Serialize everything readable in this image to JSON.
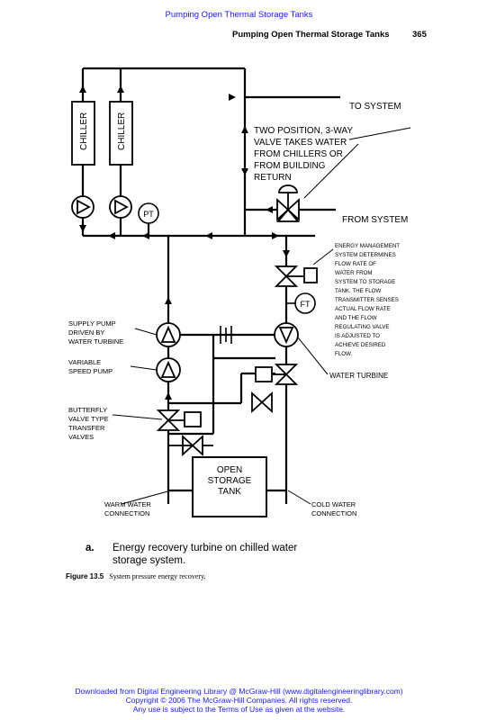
{
  "header": {
    "link_text": "Pumping Open Thermal Storage Tanks",
    "running_title": "Pumping Open Thermal Storage Tanks",
    "page_number": "365"
  },
  "diagram": {
    "chiller_label": "CHILLER",
    "pt_label": "PT",
    "ft_label": "FT",
    "to_system": "TO SYSTEM",
    "from_system": "FROM SYSTEM",
    "valve_note": [
      "TWO POSITION, 3-WAY",
      "VALVE TAKES WATER",
      "FROM CHILLERS OR",
      "FROM BUILDING",
      "RETURN"
    ],
    "ems_note": [
      "ENERGY MANAGEMENT",
      "SYSTEM DETERMINES",
      "FLOW RATE OF",
      "WATER FROM",
      "SYSTEM TO STORAGE",
      "TANK. THE FLOW",
      "TRANSMITTER SENSES",
      "ACTUAL FLOW RATE",
      "AND THE FLOW",
      "REGULATING VALVE",
      "IS ADJUSTED TO",
      "ACHIEVE DESIRED",
      "FLOW."
    ],
    "supply_pump": [
      "SUPPLY PUMP",
      "DRIVEN BY",
      "WATER TURBINE"
    ],
    "variable_pump": [
      "VARIABLE",
      "SPEED PUMP"
    ],
    "butterfly": [
      "BUTTERFLY",
      "VALVE TYPE",
      "TRANSFER",
      "VALVES"
    ],
    "water_turbine": "WATER TURBINE",
    "tank": [
      "OPEN",
      "STORAGE",
      "TANK"
    ],
    "warm_water": [
      "WARM WATER",
      "CONNECTION"
    ],
    "cold_water": [
      "COLD WATER",
      "CONNECTION"
    ],
    "sub_letter": "a.",
    "sub_caption": [
      "Energy recovery turbine on chilled water",
      "storage system."
    ]
  },
  "caption": {
    "label": "Figure 13.5",
    "text": "System pressure energy recovery."
  },
  "footer": {
    "line1": "Downloaded from Digital Engineering Library @ McGraw-Hill (www.digitalengineeringlibrary.com)",
    "line2": "Copyright © 2006 The McGraw-Hill Companies. All rights reserved.",
    "line3": "Any use is subject to the Terms of Use as given at the website."
  }
}
